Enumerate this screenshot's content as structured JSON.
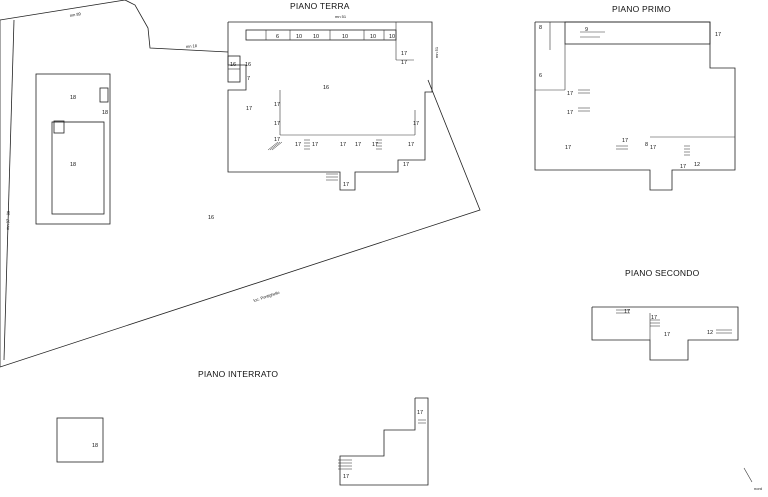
{
  "floors": {
    "ground": "PIANO TERRA",
    "first": "PIANO PRIMO",
    "second": "PIANO SECONDO",
    "basement": "PIANO INTERRATO"
  },
  "parcels": {
    "mn51_top": "mn 51",
    "mn51_side": "mn 51",
    "mn18": "mn 18",
    "mn89": "mn 89",
    "road_left": "mn 97 - 89",
    "road_diag": "loc. Pontighello"
  },
  "compass": {
    "label": "nord"
  },
  "room_labels": {
    "g_top": [
      "6",
      "10",
      "10",
      "10",
      "10",
      "10"
    ],
    "g_left": [
      "16",
      "16",
      "7",
      "17",
      "17",
      "17",
      "17"
    ],
    "g_center": "16",
    "g_bottom": [
      "17",
      "17",
      "17",
      "17",
      "17",
      "17",
      "17",
      "17"
    ],
    "g_right": [
      "17",
      "17",
      "17"
    ],
    "outbuilding": [
      "18",
      "18",
      "18"
    ],
    "site": "16",
    "first": [
      "8",
      "9",
      "17",
      "6",
      "17",
      "17",
      "17",
      "17",
      "8",
      "17",
      "17",
      "12"
    ],
    "second": [
      "17",
      "17",
      "17",
      "12"
    ],
    "basement": [
      "18",
      "17",
      "17"
    ]
  }
}
